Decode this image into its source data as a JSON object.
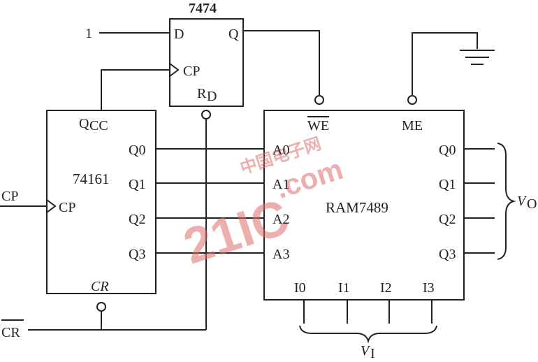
{
  "diagram": {
    "flipflop": {
      "part": "7474",
      "d": "D",
      "q": "Q",
      "cp": "CP",
      "rd_main": "R",
      "rd_sub": "D",
      "d_input": "1"
    },
    "counter": {
      "part": "74161",
      "qcc_main": "Q",
      "qcc_sub": "CC",
      "q0": "Q0",
      "q1": "Q1",
      "q2": "Q2",
      "q3": "Q3",
      "cp": "CP",
      "cr": "CR"
    },
    "ram": {
      "part": "RAM7489",
      "we": "WE",
      "me": "ME",
      "a0": "A0",
      "a1": "A1",
      "a2": "A2",
      "a3": "A3",
      "q0": "Q0",
      "q1": "Q1",
      "q2": "Q2",
      "q3": "Q3",
      "i0": "I0",
      "i1": "I1",
      "i2": "I2",
      "i3": "I3"
    },
    "inputs": {
      "cp": "CP",
      "cr": "CR"
    },
    "outputs": {
      "vo_main": "V",
      "vo_sub": "O",
      "vi_main": "V",
      "vi_sub": "I"
    },
    "watermark": {
      "main": "21IC",
      "sub": ".com",
      "cn": "中国电子网"
    }
  }
}
